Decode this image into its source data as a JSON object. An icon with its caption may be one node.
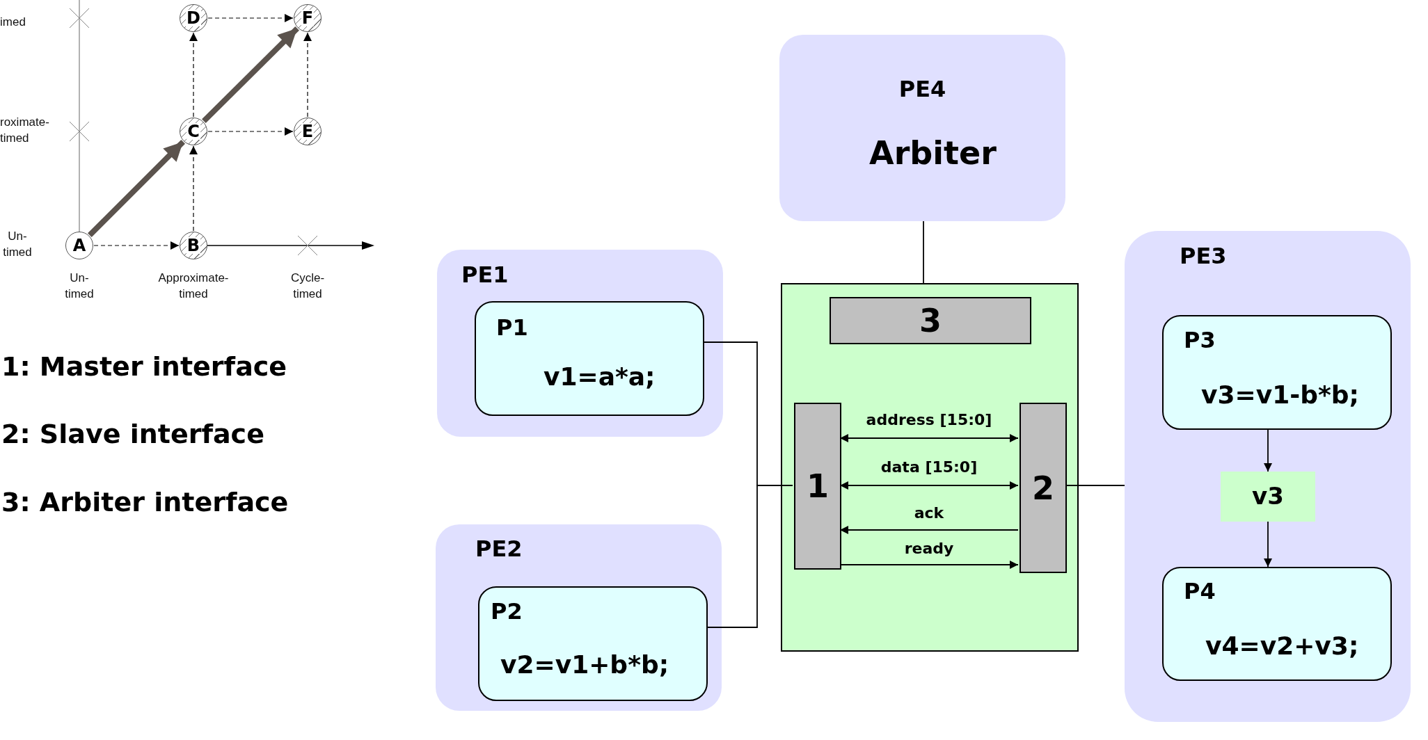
{
  "diagram": {
    "nodes": [
      {
        "text": [
          "A"
        ]
      },
      {
        "text": [
          "B"
        ]
      },
      {
        "text": [
          "C"
        ]
      },
      {
        "text": [
          "D"
        ]
      },
      {
        "text": [
          "E"
        ]
      },
      {
        "text": [
          "F"
        ]
      },
      {
        "text": [
          "PE4",
          "Arbiter"
        ]
      },
      {
        "text": [
          "PE1"
        ]
      },
      {
        "text": [
          "P1",
          "v1=a*a;"
        ],
        "in": 7
      },
      {
        "text": [
          "PE2"
        ]
      },
      {
        "text": [
          "P2",
          "v2=v1+b*b;"
        ],
        "in": 9
      },
      {
        "text": [],
        "shape": "box"
      },
      {
        "text": [
          "3"
        ],
        "in": 11
      },
      {
        "text": [
          "1"
        ],
        "in": 11
      },
      {
        "text": [
          "2"
        ],
        "in": 11
      },
      {
        "text": [
          "PE3"
        ]
      },
      {
        "text": [
          "P3",
          "v3=v1-b*b;"
        ],
        "in": 15
      },
      {
        "text": [
          "v3"
        ],
        "in": 15
      },
      {
        "text": [
          "P4",
          "v4=v2+v3;"
        ],
        "in": 15
      }
    ],
    "edges": [
      {
        "from": 0,
        "to": 1,
        "arrow": "to",
        "style": "dashed"
      },
      {
        "from": 0,
        "to": 2,
        "arrow": "to",
        "style": "thick",
        "color": "#5b534d"
      },
      {
        "from": 1,
        "to": 2,
        "arrow": "to",
        "style": "dashed"
      },
      {
        "from": 2,
        "to": 3,
        "arrow": "to",
        "style": "dashed"
      },
      {
        "from": 2,
        "to": 4,
        "arrow": "to",
        "style": "dashed"
      },
      {
        "from": 2,
        "to": 5,
        "arrow": "to",
        "style": "thick",
        "color": "#5b534d"
      },
      {
        "from": 3,
        "to": 5,
        "arrow": "to",
        "style": "dashed"
      },
      {
        "from": 4,
        "to": 5,
        "arrow": "to",
        "style": "dashed"
      },
      {
        "from": 6,
        "to": 11,
        "arrow": "none"
      },
      {
        "from": 8,
        "to": 13,
        "arrow": "none"
      },
      {
        "from": 10,
        "to": 13,
        "arrow": "none"
      },
      {
        "from": 13,
        "to": 14,
        "arrow": "both",
        "label": "address [15:0]"
      },
      {
        "from": 13,
        "to": 14,
        "arrow": "both",
        "label": "data [15:0]"
      },
      {
        "from": 14,
        "to": 13,
        "arrow": "to",
        "label": "ack"
      },
      {
        "from": 13,
        "to": 14,
        "arrow": "to",
        "label": "ready"
      },
      {
        "from": 14,
        "to": 15,
        "arrow": "none"
      },
      {
        "from": 16,
        "to": 17,
        "arrow": "to"
      },
      {
        "from": 17,
        "to": 18,
        "arrow": "to"
      }
    ],
    "labels": [
      "imed",
      "roximate- timed",
      "Un- timed",
      "Un- timed",
      "Approximate- timed",
      "Cycle- timed",
      "1: Master interface",
      "2: Slave interface",
      "3: Arbiter interface"
    ]
  }
}
